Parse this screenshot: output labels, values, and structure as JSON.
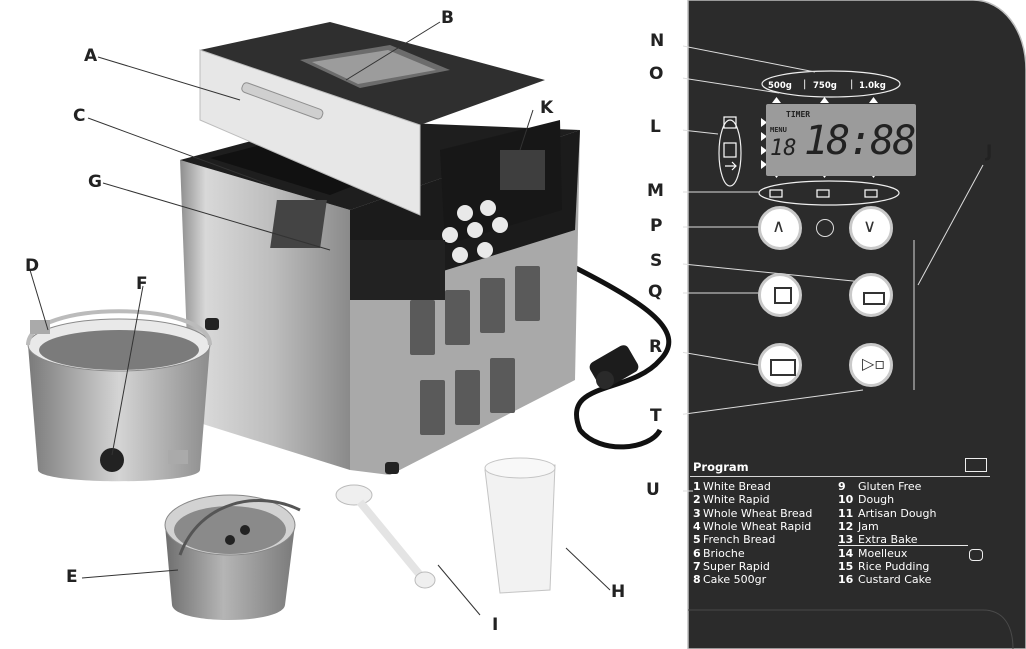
{
  "callouts": {
    "A": "A",
    "B": "B",
    "C": "C",
    "D": "D",
    "E": "E",
    "F": "F",
    "G": "G",
    "H": "H",
    "I": "I",
    "J": "J",
    "K": "K",
    "L": "L",
    "M": "M",
    "N": "N",
    "O": "O",
    "P": "P",
    "Q": "Q",
    "R": "R",
    "S": "S",
    "T": "T",
    "U": "U"
  },
  "weights": {
    "w1": "500g",
    "w2": "750g",
    "w3": "1.0kg"
  },
  "display": {
    "timer": "TIMER",
    "menu": "MENU",
    "menu_digits": "18",
    "time_digits": "18:88"
  },
  "program": {
    "title": "Program",
    "left": [
      {
        "num": "1",
        "name": "White Bread"
      },
      {
        "num": "2",
        "name": "White Rapid"
      },
      {
        "num": "3",
        "name": "Whole Wheat Bread"
      },
      {
        "num": "4",
        "name": "Whole Wheat Rapid"
      },
      {
        "num": "5",
        "name": "French Bread"
      },
      {
        "num": "6",
        "name": "Brioche"
      },
      {
        "num": "7",
        "name": "Super Rapid"
      },
      {
        "num": "8",
        "name": "Cake 500gr"
      }
    ],
    "right": [
      {
        "num": "9",
        "name": "Gluten Free"
      },
      {
        "num": "10",
        "name": "Dough"
      },
      {
        "num": "11",
        "name": "Artisan Dough"
      },
      {
        "num": "12",
        "name": "Jam"
      },
      {
        "num": "13",
        "name": "Extra Bake"
      },
      {
        "num": "14",
        "name": "Moelleux"
      },
      {
        "num": "15",
        "name": "Rice Pudding"
      },
      {
        "num": "16",
        "name": "Custard Cake"
      }
    ]
  },
  "colors": {
    "panel": "#2b2b2b",
    "lcd": "#9b9b9b",
    "steel": "#b8b8b8",
    "lid": "#333333"
  },
  "icons": {
    "up": "chevron-up-icon",
    "down": "chevron-down-icon",
    "timer": "clock-icon",
    "crust": "crust-color-icon",
    "weight": "loaf-weight-icon",
    "menu": "menu-book-icon",
    "start": "start-stop-icon"
  }
}
